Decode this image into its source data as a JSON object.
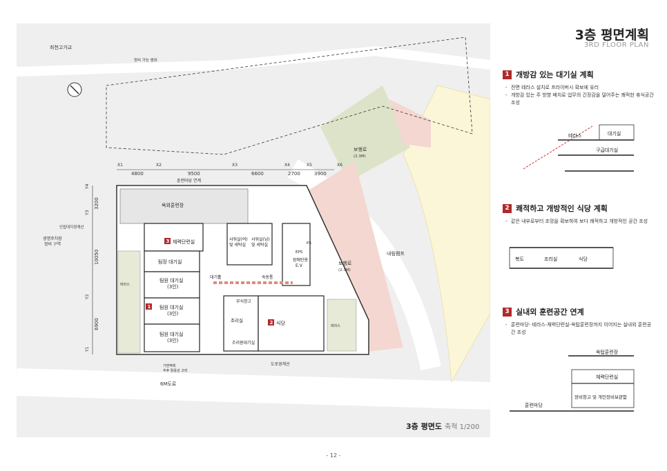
{
  "header": {
    "title": "3층 평면계획",
    "subtitle": "3RD FLOOR PLAN"
  },
  "plan": {
    "caption": "3층 평면도",
    "scale": "축척 1/200",
    "labels": {
      "bridge": "죄천고가교",
      "equip": "장비 가능 범위",
      "walk_top": "보행로",
      "walk_top_w": "(2.3M)",
      "walk_mid": "보행로",
      "walk_mid_w": "(2.3M)",
      "ramp": "내림램프",
      "road": "6M도로",
      "zone": "광명주치장\n정비 구역",
      "border": "인접대지경계선",
      "roadline": "도로경계선",
      "link": "훈련마당 연계",
      "mgmt": "가변벽체\n추후 활용성 고려"
    },
    "grid_top": [
      "X1",
      "X2",
      "X3",
      "X4",
      "X5",
      "X6"
    ],
    "dims_top": [
      "4800",
      "9500",
      "6600",
      "2700",
      "3900"
    ],
    "grid_left": [
      "Y4",
      "Y3",
      "Y2",
      "Y1"
    ],
    "dims_left": [
      "3200",
      "10050",
      "6900"
    ],
    "rooms": {
      "rooftop": "옥외훈련장",
      "fitness": "체력단련실",
      "team_lounge": "팀장 대기실",
      "team1": "팀원 대기실\n(3인)",
      "team2": "팀원 대기실\n(3인)",
      "team3": "팀원 대기실\n(3인)",
      "hall": "대기홀",
      "corridor": "숙동통",
      "shower_f": "샤워실(여)\n및 세탁실",
      "shower_m": "샤워실(남)\n및 세탁실",
      "ev": "장애인용\nE.V",
      "eps": "EPS",
      "ps": "PS",
      "storage": "부식창고",
      "kitchen": "조리실",
      "cook_wait": "조리원대기실",
      "cafeteria": "식당",
      "terrace_l": "테라스",
      "terrace_r": "테라스"
    },
    "markers": {
      "m1": "1",
      "m2": "2",
      "m3": "3"
    }
  },
  "sections": [
    {
      "num": "1",
      "title": "개방감 있는 대기실 계획",
      "bullets": [
        "전면 테라스 설치로 프라이버시 확보에 유리",
        "개방감 있는 주 방향 배치로 업무의 긴장감을 덜어주는 쾌적한 휴식공간 조성"
      ],
      "diagram": {
        "terrace": "테라스",
        "wait": "대기실",
        "old_wait": "구급대기실"
      }
    },
    {
      "num": "2",
      "title": "쾌적하고 개방적인 식당 계획",
      "bullets": [
        "같은 내부로부터 조망을 확보하여 보다 쾌적하고 개방적인 공간 조성"
      ],
      "diagram": {
        "hall": "복도",
        "kitchen": "조리실",
        "cafeteria": "식당"
      }
    },
    {
      "num": "3",
      "title": "실내외 훈련공간 연계",
      "bullets": [
        "훈련마당- 테라스-체력단련실-옥탑훈련장까지 이어지는 실내외 훈련공간 조성"
      ],
      "diagram": {
        "rooftop": "옥탑훈련장",
        "fitness": "체력단련실",
        "yard": "훈련마당",
        "storage": "장비창고 및 개인장비보관함"
      }
    }
  ],
  "footer": {
    "page": "- 12 -"
  }
}
